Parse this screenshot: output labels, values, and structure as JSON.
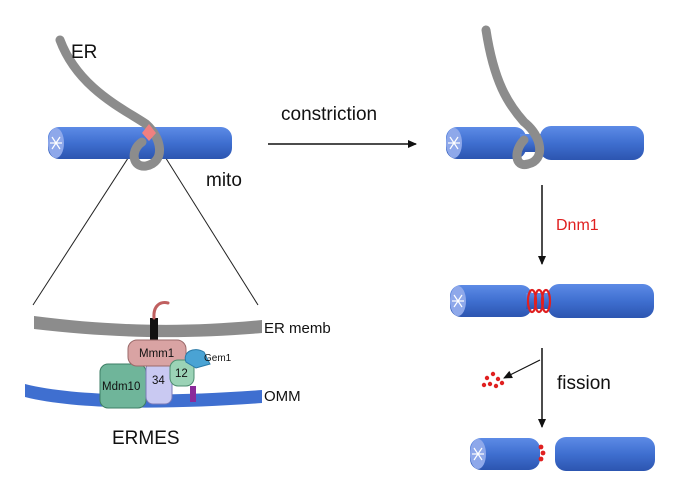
{
  "labels": {
    "er": "ER",
    "mito": "mito",
    "constriction": "constriction",
    "dnm1": "Dnm1",
    "fission": "fission",
    "er_memb": "ER memb",
    "omm": "OMM",
    "ermes": "ERMES"
  },
  "proteins": {
    "mmm1": "Mmm1",
    "gem1": "Gem1",
    "mdm10": "Mdm10",
    "mdm34": "34",
    "mdm12": "12"
  },
  "colors": {
    "mito_blue": "#3f6fd0",
    "mito_end": "#8ea8ea",
    "er_gray": "#8c8c8c",
    "contact_pink": "#f08080",
    "dnm1_red": "#e02020",
    "mmm1": "#d9a3a3",
    "mdm10": "#6fb59a",
    "mdm34": "#c9c9f2",
    "mdm12": "#9bd3b6",
    "gem1": "#4aa3d4",
    "purple": "#8a2a9a"
  }
}
